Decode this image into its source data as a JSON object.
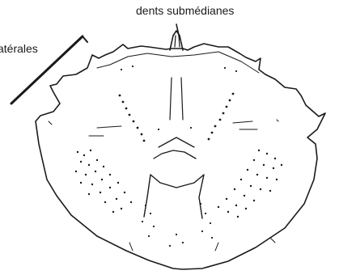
{
  "figure": {
    "type": "line-drawing",
    "subject": "carapace",
    "labels": {
      "top": "dents submédianes",
      "left": "atérales"
    },
    "ink_color": "#1a1a1a",
    "background_color": "#ffffff"
  }
}
